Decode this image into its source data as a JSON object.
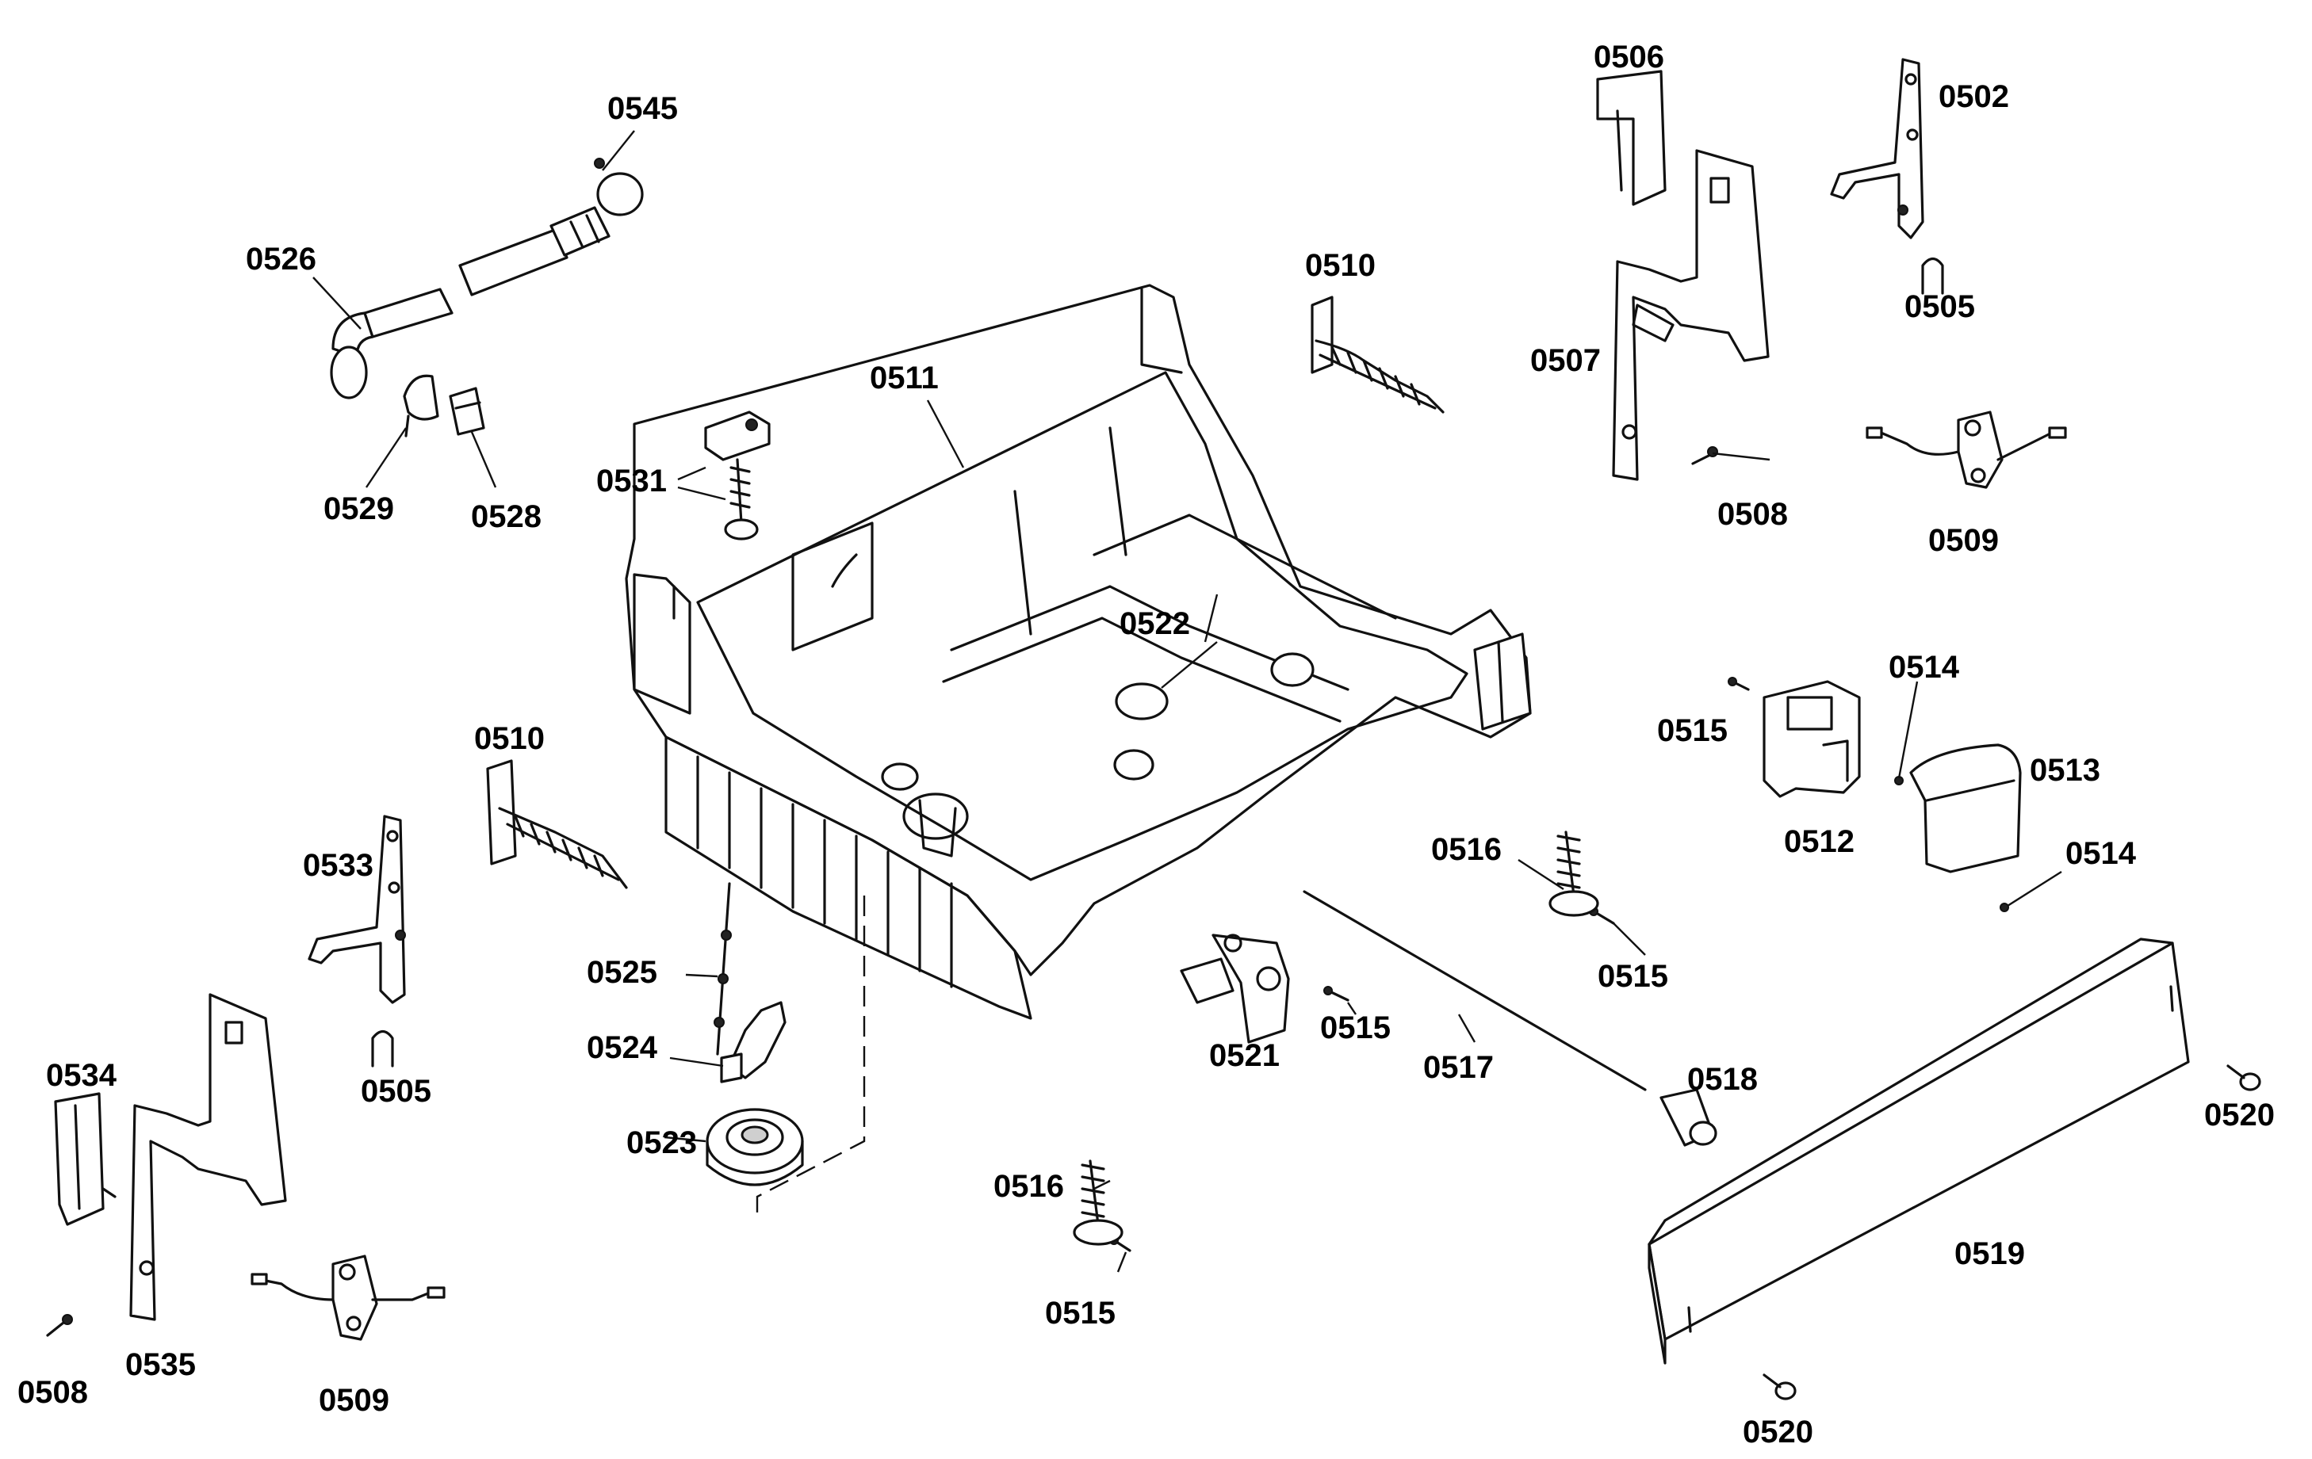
{
  "callouts": {
    "c0545": "0545",
    "c0526": "0526",
    "c0529": "0529",
    "c0528": "0528",
    "c0531": "0531",
    "c0511": "0511",
    "c0510a": "0510",
    "c0506": "0506",
    "c0507": "0507",
    "c0508a": "0508",
    "c0502": "0502",
    "c0505a": "0505",
    "c0509a": "0509",
    "c0522": "0522",
    "c0515a": "0515",
    "c0514a": "0514",
    "c0513": "0513",
    "c0512": "0512",
    "c0514b": "0514",
    "c0516a": "0516",
    "c0515b": "0515",
    "c0510b": "0510",
    "c0533": "0533",
    "c0505b": "0505",
    "c0525": "0525",
    "c0524": "0524",
    "c0523": "0523",
    "c0521": "0521",
    "c0515c": "0515",
    "c0517": "0517",
    "c0518": "0518",
    "c0520a": "0520",
    "c0519": "0519",
    "c0534": "0534",
    "c0535": "0535",
    "c0508b": "0508",
    "c0509b": "0509",
    "c0516b": "0516",
    "c0515d": "0515",
    "c0520b": "0520"
  }
}
